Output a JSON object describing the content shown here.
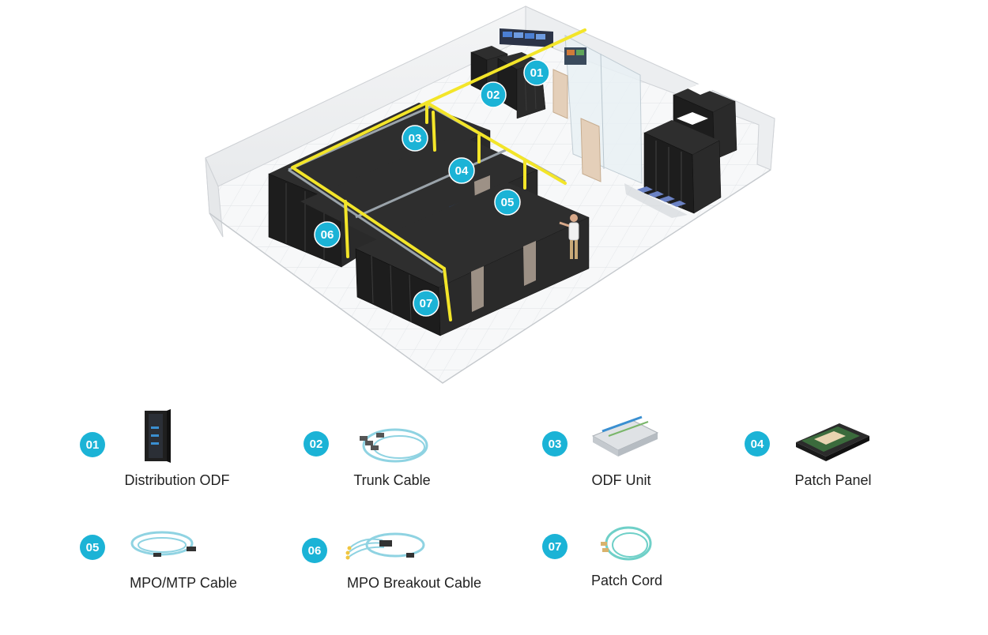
{
  "accent_color": "#1bb3d6",
  "cable_color": "#f3e529",
  "diagram_markers": [
    {
      "num": "01",
      "target": "distribution-odf-rack"
    },
    {
      "num": "02",
      "target": "trunk-cable-route"
    },
    {
      "num": "03",
      "target": "odf-unit-row"
    },
    {
      "num": "04",
      "target": "patch-panel-row"
    },
    {
      "num": "05",
      "target": "mpo-mtp-cable-row"
    },
    {
      "num": "06",
      "target": "breakout-cable-row"
    },
    {
      "num": "07",
      "target": "patch-cord-row"
    }
  ],
  "legend": [
    {
      "num": "01",
      "label": "Distribution ODF",
      "icon": "distribution-odf-icon"
    },
    {
      "num": "02",
      "label": "Trunk Cable",
      "icon": "trunk-cable-icon"
    },
    {
      "num": "03",
      "label": "ODF Unit",
      "icon": "odf-unit-icon"
    },
    {
      "num": "04",
      "label": "Patch Panel",
      "icon": "patch-panel-icon"
    },
    {
      "num": "05",
      "label": "MPO/MTP Cable",
      "icon": "mpo-mtp-cable-icon"
    },
    {
      "num": "06",
      "label": "MPO Breakout Cable",
      "icon": "mpo-breakout-cable-icon"
    },
    {
      "num": "07",
      "label": "Patch Cord",
      "icon": "patch-cord-icon"
    }
  ]
}
